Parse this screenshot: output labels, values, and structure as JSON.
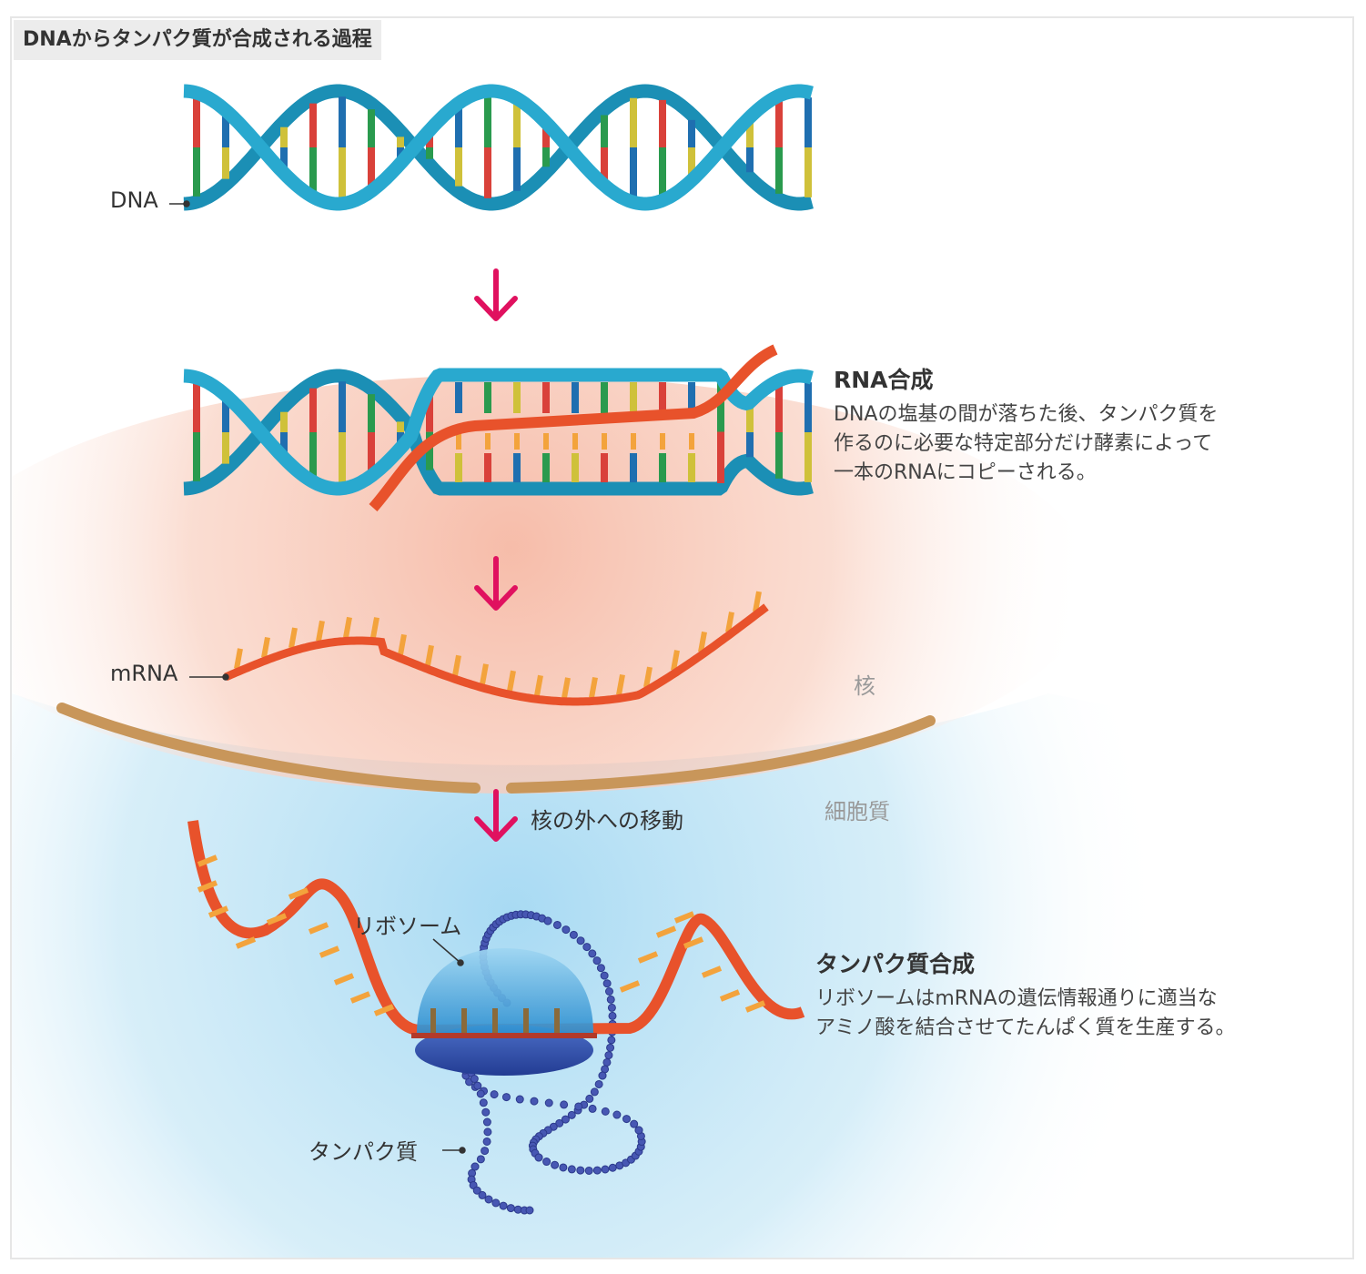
{
  "title": "DNAからタンパク質が合成される過程",
  "labels": {
    "dna": "DNA",
    "mrna": "mRNA",
    "nucleus": "核",
    "cytoplasm": "細胞質",
    "move_out": "核の外への移動",
    "ribosome": "リボソーム",
    "protein": "タンパク質"
  },
  "rna_synthesis": {
    "heading": "RNA合成",
    "lines": [
      "DNAの塩基の間が落ちた後、タンパク質を",
      "作るのに必要な特定部分だけ酵素によって",
      "一本のRNAにコピーされる。"
    ]
  },
  "protein_synthesis": {
    "heading": "タンパク質合成",
    "lines": [
      "リボソームはmRNAの遺伝情報通りに適当な",
      "アミノ酸を結合させてたんぱく質を生産する。"
    ]
  },
  "colors": {
    "dna_strand": "#29a9cf",
    "dna_strand_dark": "#1b8fb5",
    "base_red": "#d9413a",
    "base_blue": "#1f6fb0",
    "base_green": "#2a9a4e",
    "base_yellow": "#cfc13a",
    "mrna": "#e8522b",
    "mrna_base": "#f3a33c",
    "arrow": "#e0115f",
    "membrane": "#c8965a",
    "nucleus_bg": "#f9cfc0",
    "cytoplasm_bg": "#bfe3f5",
    "ribosome_top": "#5fb3e3",
    "ribosome_bottom": "#2f4fa8",
    "protein_bead": "#4757b3"
  }
}
